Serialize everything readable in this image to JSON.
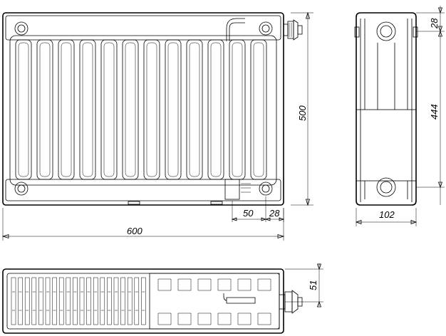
{
  "dimensions": {
    "height_total": "500",
    "top_offset": "28",
    "axis_distance": "444",
    "depth": "102",
    "connection_offset": "50",
    "valve_offset": "28",
    "width_total": "600",
    "plan_depth": "51"
  },
  "colors": {
    "line": "#000000",
    "background": "#ffffff"
  }
}
